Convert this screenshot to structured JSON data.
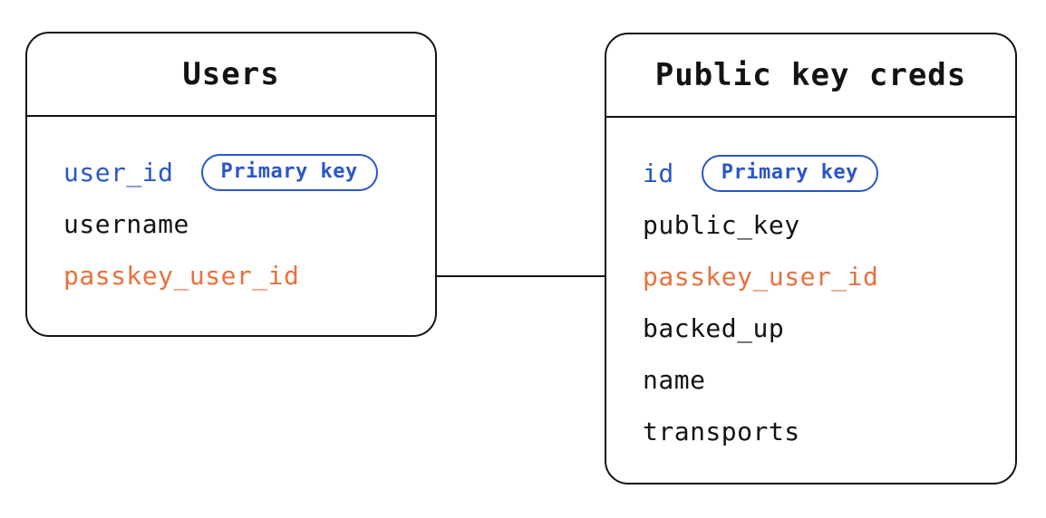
{
  "diagram": {
    "type": "entity-relationship",
    "colors": {
      "primary_key_blue": "#2A56C6",
      "foreign_key_orange": "#E8713C",
      "text_black": "#131313",
      "background": "#ffffff"
    },
    "relationship": {
      "from_table": "Users",
      "from_field": "passkey_user_id",
      "to_table": "Public key creds",
      "to_field": "passkey_user_id",
      "style": "straight-line"
    },
    "tables": [
      {
        "name": "Users",
        "fields": [
          {
            "name": "user_id",
            "color": "blue",
            "badge": "Primary key"
          },
          {
            "name": "username",
            "color": "black"
          },
          {
            "name": "passkey_user_id",
            "color": "orange"
          }
        ]
      },
      {
        "name": "Public key creds",
        "fields": [
          {
            "name": "id",
            "color": "blue",
            "badge": "Primary key"
          },
          {
            "name": "public_key",
            "color": "black"
          },
          {
            "name": "passkey_user_id",
            "color": "orange"
          },
          {
            "name": "backed_up",
            "color": "black"
          },
          {
            "name": "name",
            "color": "black"
          },
          {
            "name": "transports",
            "color": "black"
          }
        ]
      }
    ]
  }
}
